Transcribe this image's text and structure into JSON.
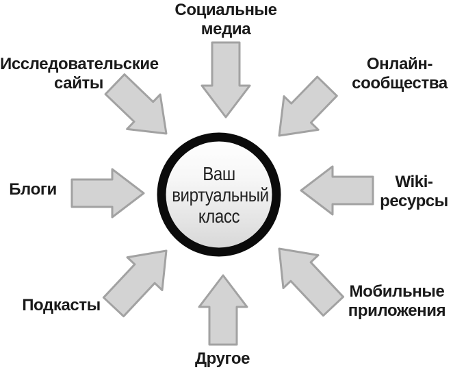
{
  "diagram": {
    "center_label": "Ваш\nвиртуальный\nкласс",
    "spokes": [
      {
        "id": "social-media",
        "position": "top",
        "label": "Социальные\nмедиа"
      },
      {
        "id": "research-sites",
        "position": "top-left",
        "label": "Исследовательские\nсайты"
      },
      {
        "id": "online-communities",
        "position": "top-right",
        "label": "Онлайн-\nсообщества"
      },
      {
        "id": "blogs",
        "position": "left",
        "label": "Блоги"
      },
      {
        "id": "wiki-resources",
        "position": "right",
        "label": "Wiki-\nресурсы"
      },
      {
        "id": "podcasts",
        "position": "bottom-left",
        "label": "Подкасты"
      },
      {
        "id": "mobile-apps",
        "position": "bottom-right",
        "label": "Мобильные\nприложения"
      },
      {
        "id": "other",
        "position": "bottom",
        "label": "Другое"
      }
    ],
    "colors": {
      "background": "#ffffff",
      "arrow_fill": "#d3d3d3",
      "arrow_stroke": "#a2a2a2",
      "ring": "#0b0b0b",
      "text": "#1a1a1a"
    }
  }
}
